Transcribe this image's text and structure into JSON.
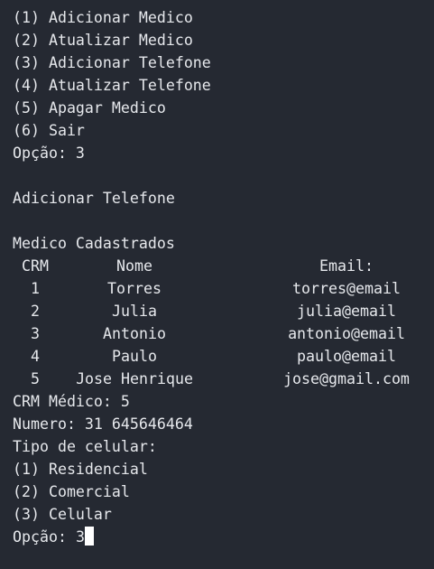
{
  "menu": {
    "items": [
      "(1) Adicionar Medico",
      "(2) Atualizar Medico",
      "(3) Adicionar Telefone",
      "(4) Atualizar Telefone",
      "(5) Apagar Medico",
      "(6) Sair"
    ],
    "option_prompt": "Opção: 3"
  },
  "section_title": "Adicionar Telefone",
  "table": {
    "title": "Medico Cadastrados",
    "headers": {
      "crm": "CRM",
      "nome": "Nome",
      "email": "Email:"
    },
    "rows": [
      {
        "crm": "1",
        "nome": "Torres",
        "email": "torres@email"
      },
      {
        "crm": "2",
        "nome": "Julia",
        "email": "julia@email"
      },
      {
        "crm": "3",
        "nome": "Antonio",
        "email": "antonio@email"
      },
      {
        "crm": "4",
        "nome": "Paulo",
        "email": "paulo@email"
      },
      {
        "crm": "5",
        "nome": "Jose Henrique",
        "email": "jose@gmail.com"
      }
    ]
  },
  "form": {
    "crm_medico": "CRM Médico: 5",
    "numero": "Numero: 31 645646464",
    "tipo_prompt": "Tipo de celular:",
    "tipo_options": [
      "(1) Residencial",
      "(2) Comercial",
      "(3) Celular"
    ],
    "final_prompt": "Opção: ",
    "final_input": "3"
  }
}
